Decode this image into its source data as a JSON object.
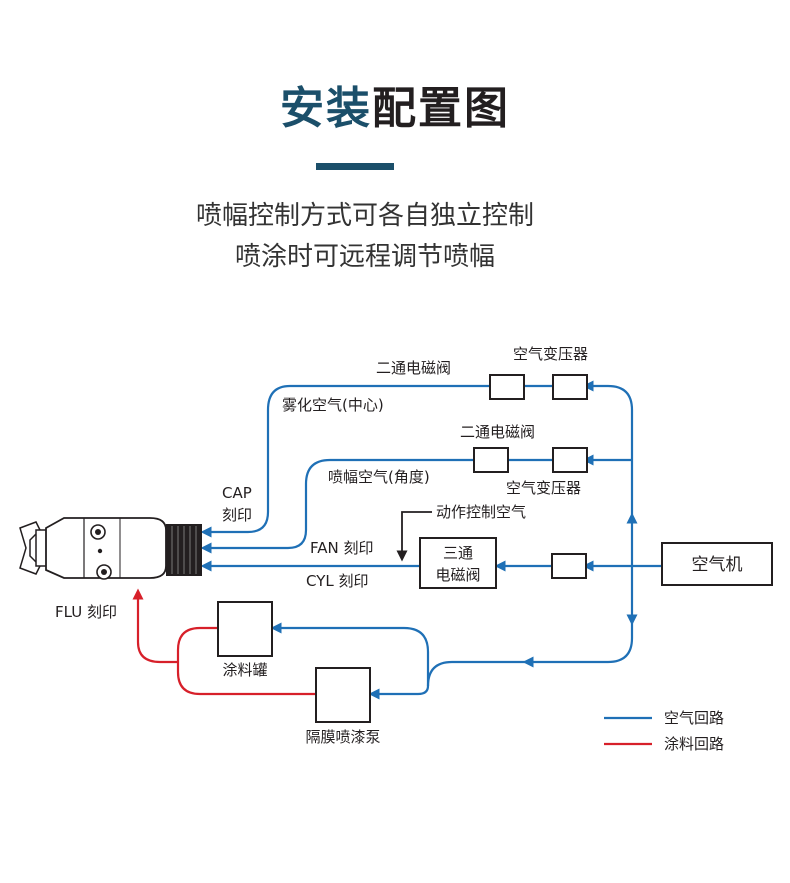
{
  "header": {
    "title_accent": "安装",
    "title_rest": "配置图",
    "subtitle_line1": "喷幅控制方式可各自独立控制",
    "subtitle_line2": "喷涂时可远程调节喷幅"
  },
  "diagram": {
    "labels": {
      "valve_top": "二通电磁阀",
      "regulator_top": "空气变压器",
      "atomize_air": "雾化空气(中心)",
      "valve_mid": "二通电磁阀",
      "fan_air": "喷幅空气(角度)",
      "regulator_mid": "空气变压器",
      "cap_port_1": "CAP",
      "cap_port_2": "刻印",
      "action_air": "动作控制空气",
      "fan_port": "FAN 刻印",
      "cyl_port": "CYL 刻印",
      "three_way_1": "三通",
      "three_way_2": "电磁阀",
      "compressor": "空气机",
      "flu_port": "FLU 刻印",
      "paint_tank": "涂料罐",
      "pump": "隔膜喷漆泵"
    },
    "legend": {
      "air": "空气回路",
      "paint": "涂料回路"
    },
    "colors": {
      "air_line": "#1f70b6",
      "paint_line": "#d7202a",
      "box_stroke": "#231f20",
      "title_accent": "#1b4f6a"
    }
  }
}
